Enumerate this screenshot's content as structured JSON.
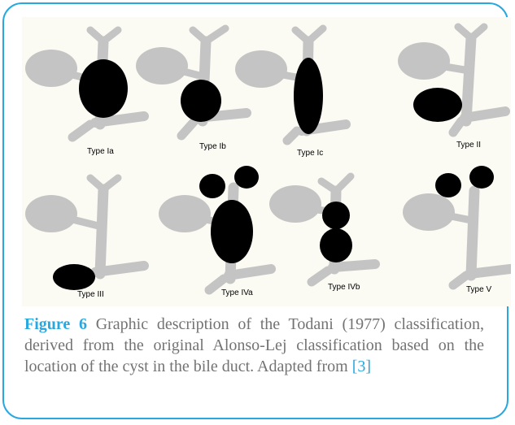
{
  "colors": {
    "border": "#29a8e0",
    "accent": "#29a8e0",
    "duct": "#c4c4c4",
    "cyst": "#000000",
    "caption_text": "#737373",
    "panel_bg": "#fbfbf3"
  },
  "diagram": {
    "types": [
      {
        "label": "Type Ia"
      },
      {
        "label": "Type Ib"
      },
      {
        "label": "Type Ic"
      },
      {
        "label": "Type II"
      },
      {
        "label": "Type III"
      },
      {
        "label": "Type IVa"
      },
      {
        "label": "Type IVb"
      },
      {
        "label": "Type V"
      }
    ]
  },
  "caption": {
    "figure_label": "Figure 6",
    "text": "Graphic description of the Todani (1977) classification, derived from the original Alonso-Lej classification based on the location of the cyst in the bile duct. Adapted from",
    "reference": "[3]"
  }
}
